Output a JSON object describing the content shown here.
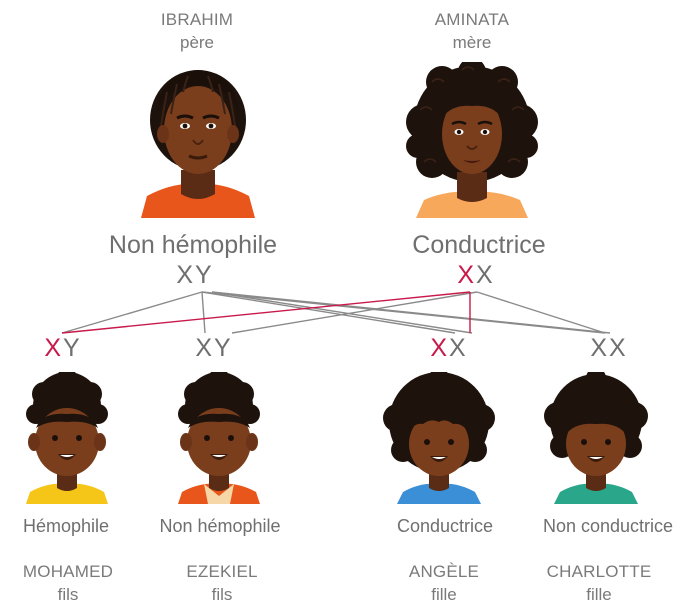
{
  "colors": {
    "affected_x": "#c8194a",
    "line_gray": "#8a8a8a",
    "line_red": "#c8194a",
    "text": "#767676"
  },
  "parents": [
    {
      "name": "IBRAHIM",
      "role": "père",
      "status": "Non hémophile",
      "chromosomes": [
        "X",
        "Y"
      ],
      "affected_x": false,
      "shirt": "#e8561c",
      "hair": "short-locs"
    },
    {
      "name": "AMINATA",
      "role": "mère",
      "status": "Conductrice",
      "chromosomes": [
        "X",
        "X"
      ],
      "affected_x": true,
      "shirt": "#f7a85a",
      "hair": "curly-long"
    }
  ],
  "children": [
    {
      "name": "MOHAMED",
      "role": "fils",
      "status": "Hémophile",
      "chromosomes": [
        "X",
        "Y"
      ],
      "affected_x": true,
      "shirt": "#f5c518"
    },
    {
      "name": "EZEKIEL",
      "role": "fils",
      "status": "Non hémophile",
      "chromosomes": [
        "X",
        "Y"
      ],
      "affected_x": false,
      "shirt": "#e8561c"
    },
    {
      "name": "ANGÈLE",
      "role": "fille",
      "status": "Conductrice",
      "chromosomes": [
        "X",
        "X"
      ],
      "affected_x": true,
      "shirt": "#3a8fd6"
    },
    {
      "name": "CHARLOTTE",
      "role": "fille",
      "status": "Non conductrice",
      "chromosomes": [
        "X",
        "X"
      ],
      "affected_x": false,
      "shirt": "#2aa78a"
    }
  ]
}
